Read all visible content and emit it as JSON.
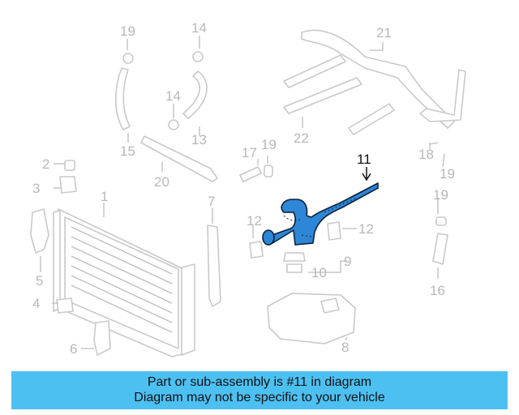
{
  "diagram": {
    "highlight_color": "#2e86d6",
    "callouts": {
      "c1": "1",
      "c2": "2",
      "c3": "3",
      "c4": "4",
      "c5": "5",
      "c6": "6",
      "c7": "7",
      "c8": "8",
      "c9": "9",
      "c10": "10",
      "c11": "11",
      "c12a": "12",
      "c12b": "12",
      "c13": "13",
      "c14a": "14",
      "c14b": "14",
      "c15": "15",
      "c16": "16",
      "c17": "17",
      "c18": "18",
      "c19a": "19",
      "c19b": "19",
      "c19c": "19",
      "c19d": "19",
      "c20": "20",
      "c21": "21",
      "c22": "22"
    }
  },
  "caption": {
    "line1": "Part or sub-assembly is #11 in diagram",
    "line2": "Diagram may not be specific to your vehicle",
    "background": "#4dc0f2"
  }
}
